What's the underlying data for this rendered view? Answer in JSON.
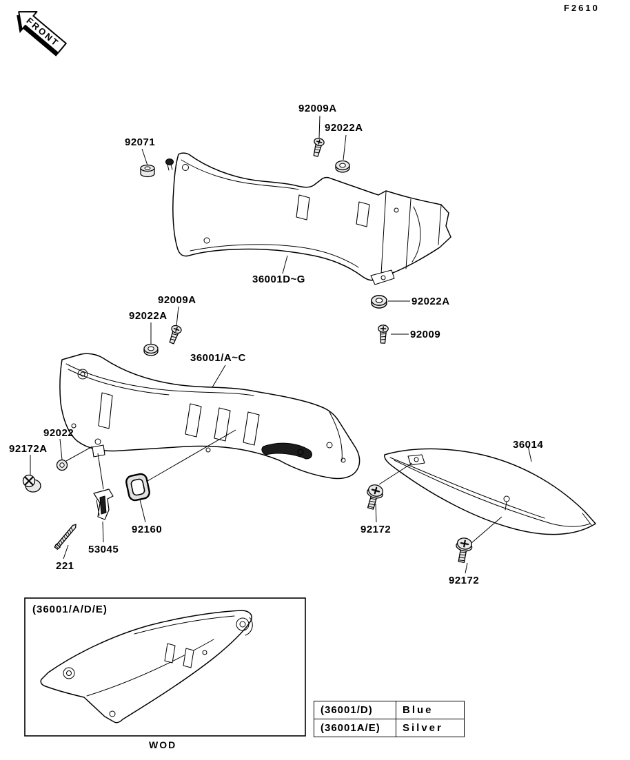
{
  "page": {
    "doc_code": "F2610",
    "front_arrow_label": "FRONT",
    "footer_code": "WOD"
  },
  "part_labels": [
    {
      "id": "92009A-top",
      "text": "92009A"
    },
    {
      "id": "92022A-top",
      "text": "92022A"
    },
    {
      "id": "92071",
      "text": "92071"
    },
    {
      "id": "36001D-G",
      "text": "36001D~G"
    },
    {
      "id": "92022A-right",
      "text": "92022A"
    },
    {
      "id": "92009",
      "text": "92009"
    },
    {
      "id": "92009A-mid",
      "text": "92009A"
    },
    {
      "id": "92022A-mid",
      "text": "92022A"
    },
    {
      "id": "36001-A-C",
      "text": "36001/A~C"
    },
    {
      "id": "92022",
      "text": "92022"
    },
    {
      "id": "92172A",
      "text": "92172A"
    },
    {
      "id": "36014",
      "text": "36014"
    },
    {
      "id": "92160",
      "text": "92160"
    },
    {
      "id": "53045",
      "text": "53045"
    },
    {
      "id": "221",
      "text": "221"
    },
    {
      "id": "92172-left",
      "text": "92172"
    },
    {
      "id": "92172-bottom",
      "text": "92172"
    }
  ],
  "inset": {
    "caption": "(36001/A/D/E)"
  },
  "color_table": {
    "rows": [
      {
        "part": "(36001/D)",
        "color": "Blue"
      },
      {
        "part": "(36001A/E)",
        "color": "Silver"
      }
    ]
  }
}
